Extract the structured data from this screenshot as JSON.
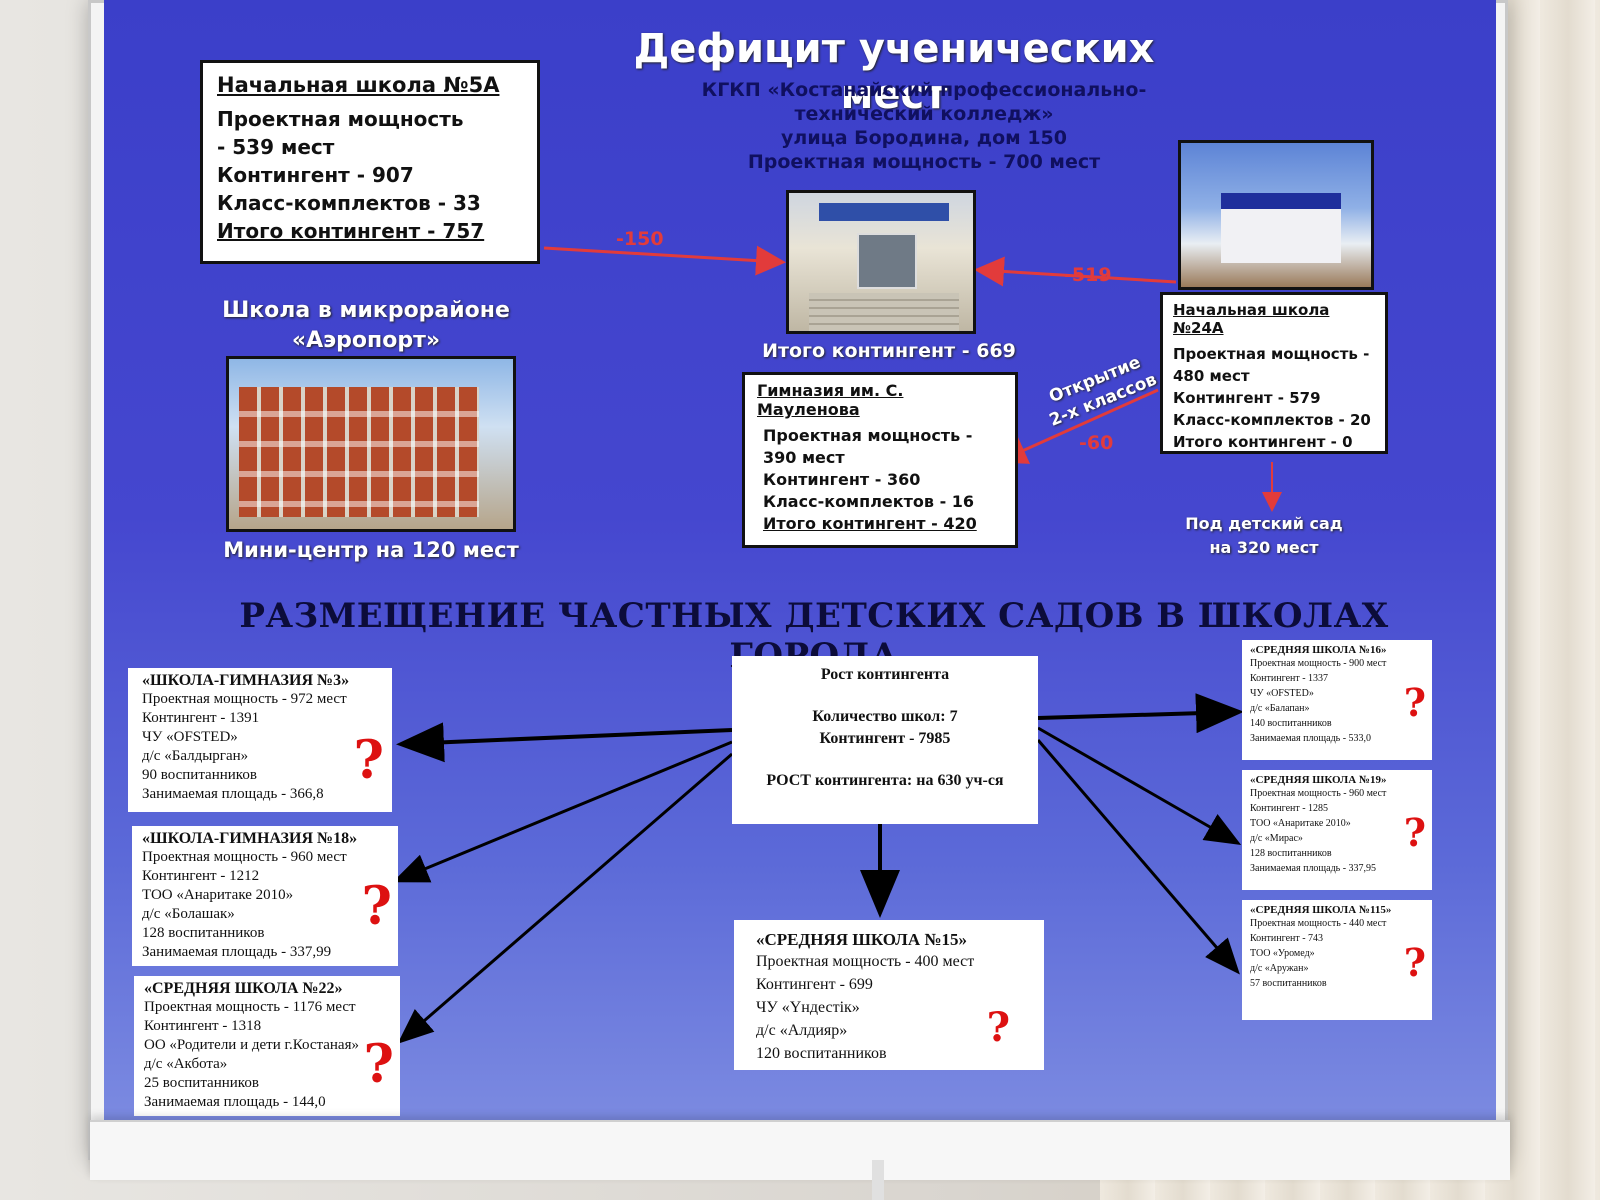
{
  "title": "Дефицит ученических мест",
  "college": {
    "line1": "КГКП «Костанайский профессионально-",
    "line2": "технический колледж»",
    "line3": "улица Бородина, дом 150",
    "line4": "Проектная мощность - 700 мест",
    "total": "Итого контингент - 669"
  },
  "school5a": {
    "title": "Начальная школа №5А",
    "lines": [
      "Проектная мощность",
      " - 539 мест",
      "Контингент - 907",
      "Класс-комплектов - 33",
      "Итого контингент - 757"
    ]
  },
  "school24a": {
    "title": "Начальная школа №24А",
    "lines": [
      "Проектная мощность -",
      "480 мест",
      "Контингент - 579",
      "Класс-комплектов - 20",
      "Итого контингент - 0"
    ]
  },
  "gymnasium": {
    "title": "Гимназия им. С. Мауленова",
    "lines": [
      "Проектная мощность -",
      "390 мест",
      "Контингент - 360",
      "Класс-комплектов - 16",
      "Итого контингент - 420"
    ]
  },
  "airport": {
    "caption_line1": "Школа в микрорайоне",
    "caption_line2": "«Аэропорт»",
    "mini_center": "Мини-центр на 120 мест"
  },
  "arrows": {
    "n150": "-150",
    "n519": "-519",
    "n60": "-60",
    "opening_line1": "Открытие",
    "opening_line2": "2-х классов",
    "kindergarten_line1": "Под детский сад",
    "kindergarten_line2": "на 320 мест"
  },
  "heading2": "РАЗМЕЩЕНИЕ ЧАСТНЫХ ДЕТСКИХ САДОВ  В ШКОЛАХ ГОРОДА",
  "growth": {
    "title": "Рост контингента",
    "schools": "Количество школ: 7",
    "contingent": "Контингент - 7985",
    "rise": "РОСТ контингента: на 630 уч-ся"
  },
  "private": {
    "s3": {
      "title": "«ШКОЛА-ГИМНАЗИЯ №3»",
      "lines": [
        "Проектная мощность - 972 мест",
        "Контингент - 1391",
        "ЧУ «OFSTED»",
        "д/с «Балдырган»",
        "90 воспитанников",
        "Занимаемая площадь - 366,8"
      ]
    },
    "s18": {
      "title": "«ШКОЛА-ГИМНАЗИЯ №18»",
      "lines": [
        "Проектная мощность - 960 мест",
        "Контингент - 1212",
        "ТОО «Анаритаке 2010»",
        "д/с «Болашак»",
        "128 воспитанников",
        "Занимаемая площадь - 337,99"
      ]
    },
    "s22": {
      "title": "«СРЕДНЯЯ ШКОЛА №22»",
      "lines": [
        "Проектная мощность - 1176 мест",
        "Контингент - 1318",
        "ОО «Родители и дети г.Костаная»",
        "д/с «Акбота»",
        "25 воспитанников",
        "Занимаемая площадь - 144,0"
      ]
    },
    "s15": {
      "title": "«СРЕДНЯЯ ШКОЛА №15»",
      "lines": [
        "Проектная мощность - 400 мест",
        "Контингент - 699",
        "ЧУ «Үндестік»",
        "д/с «Алдияр»",
        "120 воспитанников"
      ]
    },
    "s16": {
      "title": "«СРЕДНЯЯ ШКОЛА №16»",
      "lines": [
        "Проектная мощность - 900 мест",
        "Контингент - 1337",
        "ЧУ «OFSTED»",
        "д/с «Балапан»",
        "140 воспитанников",
        "Занимаемая площадь - 533,0"
      ]
    },
    "s19": {
      "title": "«СРЕДНЯЯ ШКОЛА №19»",
      "lines": [
        "Проектная мощность - 960 мест",
        "Контингент - 1285",
        "ТОО «Анаритаке 2010»",
        "д/с «Мирас»",
        "128 воспитанников",
        "Занимаемая площадь - 337,95"
      ]
    },
    "s115": {
      "title": "«СРЕДНЯЯ ШКОЛА №115»",
      "lines": [
        "Проектная мощность - 440 мест",
        "Контингент - 743",
        "ТОО «Уромед»",
        "д/с «Аружан»",
        "57 воспитанников"
      ]
    }
  },
  "question_mark": "?"
}
